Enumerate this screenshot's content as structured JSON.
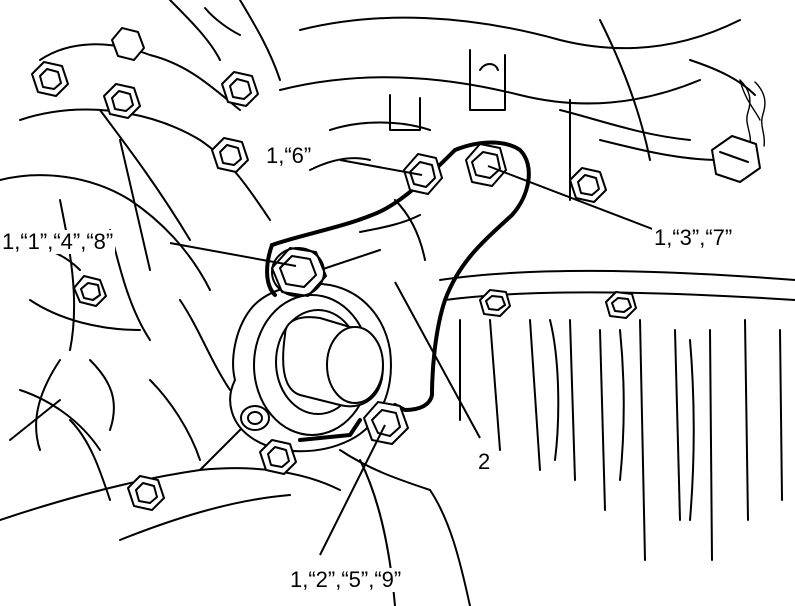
{
  "callouts": {
    "bolt_6": "1,“6”",
    "bolt_1_4_8": "1,“1”,“4”,“8”",
    "bolt_3_7": "1,“3”,“7”",
    "bolt_2_5_9": "1,“2”,“5”,“9”",
    "bracket": "2"
  },
  "drawing": {
    "line_color": "#000000",
    "background_color": "#ffffff"
  }
}
